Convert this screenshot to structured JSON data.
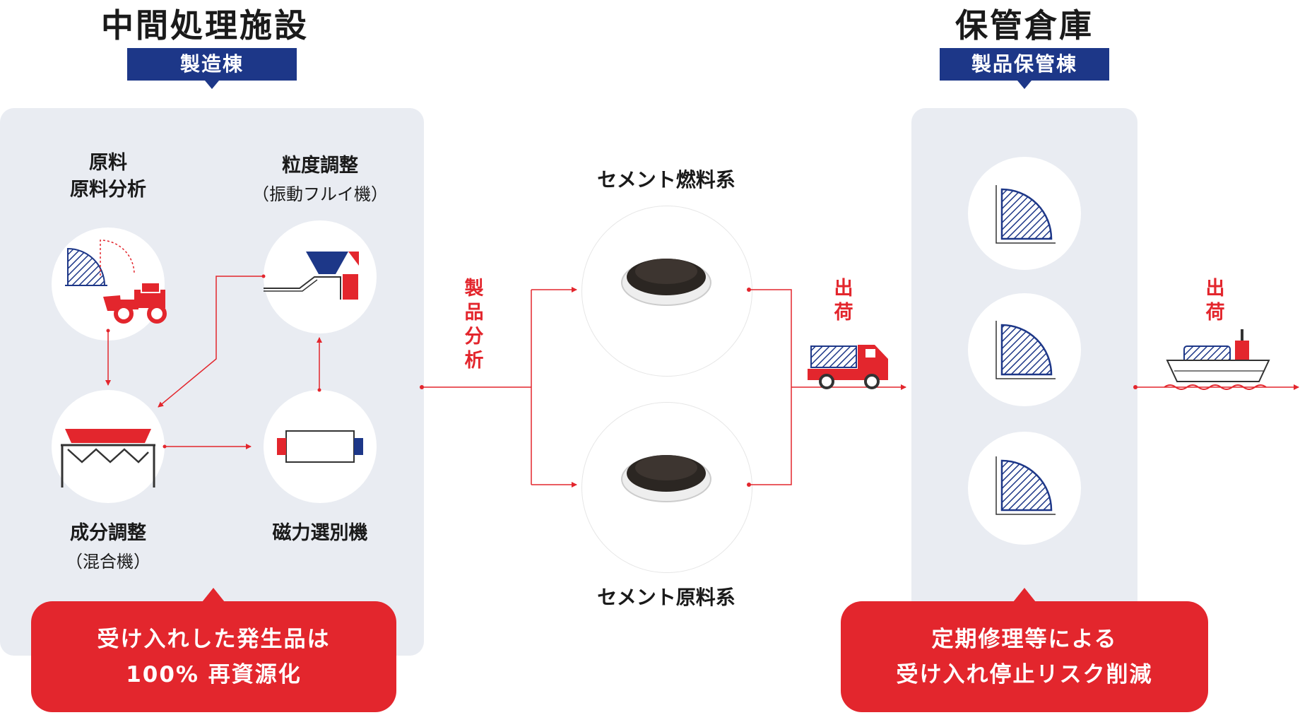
{
  "processing": {
    "title": "中間処理施設",
    "tag": "製造棟",
    "steps": [
      {
        "label_line1": "原料",
        "label_line2": "原料分析"
      },
      {
        "label": "粒度調整",
        "sub": "（振動フルイ機）"
      },
      {
        "label": "成分調整",
        "sub": "（混合機）"
      },
      {
        "label": "磁力選別機"
      }
    ],
    "callout_line1": "受け入れした発生品は",
    "callout_line2": "100% 再資源化"
  },
  "product_analysis_label": "製品分析",
  "products": [
    {
      "label": "セメント燃料系"
    },
    {
      "label": "セメント原料系"
    }
  ],
  "ship_label_1": "出荷",
  "warehouse": {
    "title": "保管倉庫",
    "tag": "製品保管棟",
    "callout_line1": "定期修理等による",
    "callout_line2": "受け入れ停止リスク削減"
  },
  "ship_label_2": "出荷",
  "colors": {
    "red": "#e3262d",
    "navy": "#1d3788",
    "panel": "#e9ecf2"
  },
  "icons": [
    "stockpile-icon",
    "loader-icon",
    "hopper-screen-icon",
    "mixer-icon",
    "magnet-separator-icon",
    "sample-dish-icon",
    "truck-icon",
    "storage-pile-icon",
    "ship-icon"
  ]
}
